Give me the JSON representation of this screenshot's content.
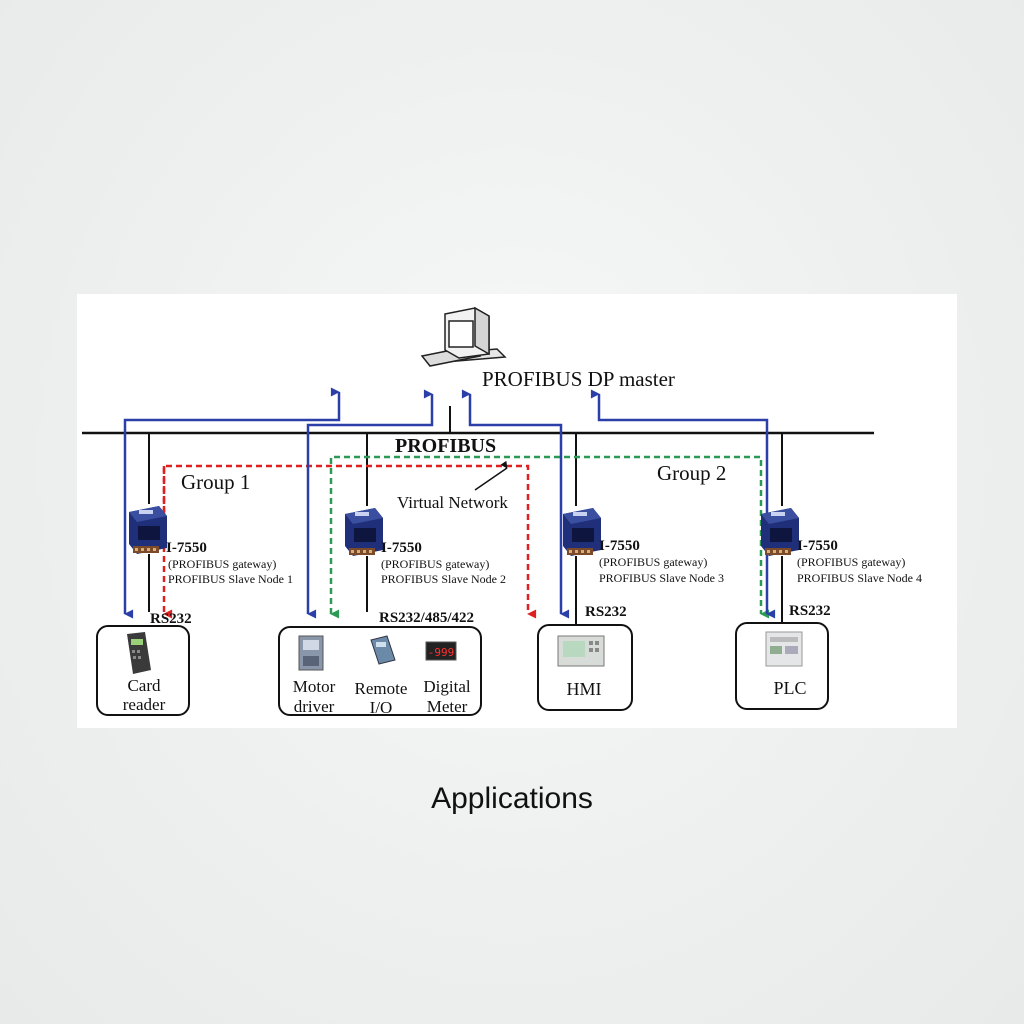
{
  "master": {
    "label": "PROFIBUS DP master",
    "icon": "computer-icon"
  },
  "bus": {
    "label": "PROFIBUS"
  },
  "groups": [
    "Group 1",
    "Group 2"
  ],
  "virtual_network": {
    "label": "Virtual Network"
  },
  "gateways": [
    {
      "model": "I-7550",
      "line1": "(PROFIBUS gateway)",
      "line2": "PROFIBUS Slave Node 1",
      "port": "RS232"
    },
    {
      "model": "I-7550",
      "line1": "(PROFIBUS gateway)",
      "line2": "PROFIBUS Slave Node 2",
      "port": "RS232/485/422"
    },
    {
      "model": "I-7550",
      "line1": "(PROFIBUS gateway)",
      "line2": "PROFIBUS Slave Node 3",
      "port": "RS232"
    },
    {
      "model": "I-7550",
      "line1": "(PROFIBUS gateway)",
      "line2": "PROFIBUS Slave Node 4",
      "port": "RS232"
    }
  ],
  "devices": {
    "card_reader": [
      "Card",
      "reader"
    ],
    "motor_driver": [
      "Motor",
      "driver"
    ],
    "remote_io": [
      "Remote",
      "I/O"
    ],
    "digital_meter": [
      "Digital",
      "Meter"
    ],
    "meter_reading": "-999",
    "hmi": "HMI",
    "plc": "PLC"
  },
  "caption": "Applications",
  "colors": {
    "blue_link": "#2b3fa8",
    "red_group": "#e02020",
    "green_group": "#2a9a55",
    "gateway_body": "#1f2f7a"
  }
}
